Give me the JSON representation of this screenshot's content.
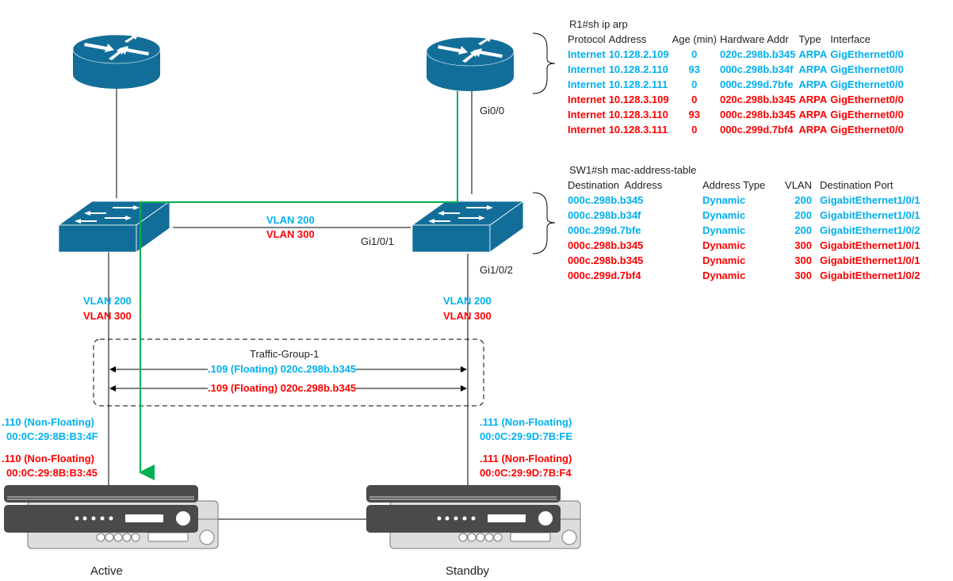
{
  "colors": {
    "vlan200": "#00b0f0",
    "vlan300": "#ff0000",
    "traffic_path": "#00b050",
    "device": "#126e99",
    "appliance": "#4a4a4a"
  },
  "arp": {
    "title": "R1#sh ip arp",
    "headers": [
      "Protocol",
      "Address",
      "Age (min)",
      "Hardware Addr",
      "Type",
      "Interface"
    ],
    "rows": [
      {
        "vlan": "200",
        "cells": [
          "Internet",
          "10.128.2.109",
          "0",
          "020c.298b.b345",
          "ARPA",
          "GigEthernet0/0"
        ]
      },
      {
        "vlan": "200",
        "cells": [
          "Internet",
          "10.128.2.110",
          "93",
          "000c.298b.b34f",
          "ARPA",
          "GigEthernet0/0"
        ]
      },
      {
        "vlan": "200",
        "cells": [
          "Internet",
          "10.128.2.111",
          "0",
          "000c.299d.7bfe",
          "ARPA",
          "GigEthernet0/0"
        ]
      },
      {
        "vlan": "300",
        "cells": [
          "Internet",
          "10.128.3.109",
          "0",
          "020c.298b.b345",
          "ARPA",
          "GigEthernet0/0"
        ]
      },
      {
        "vlan": "300",
        "cells": [
          "Internet",
          "10.128.3.110",
          "93",
          "000c.298b.b345",
          "ARPA",
          "GigEthernet0/0"
        ]
      },
      {
        "vlan": "300",
        "cells": [
          "Internet",
          "10.128.3.111",
          "0",
          "000c.299d.7bf4",
          "ARPA",
          "GigEthernet0/0"
        ]
      }
    ]
  },
  "mac": {
    "title": "SW1#sh mac-address-table",
    "headers": [
      "Destination  Address",
      "Address Type",
      "VLAN",
      "Destination Port"
    ],
    "rows": [
      {
        "vlan": "200",
        "cells": [
          "000c.298b.b345",
          "Dynamic",
          "200",
          "GigabitEthernet1/0/1"
        ]
      },
      {
        "vlan": "200",
        "cells": [
          "000c.298b.b34f",
          "Dynamic",
          "200",
          "GigabitEthernet1/0/1"
        ]
      },
      {
        "vlan": "200",
        "cells": [
          "000c.299d.7bfe",
          "Dynamic",
          "200",
          "GigabitEthernet1/0/2"
        ]
      },
      {
        "vlan": "300",
        "cells": [
          "000c.298b.b345",
          "Dynamic",
          "300",
          "GigabitEthernet1/0/1"
        ]
      },
      {
        "vlan": "300",
        "cells": [
          "000c.298b.b345",
          "Dynamic",
          "300",
          "GigabitEthernet1/0/1"
        ]
      },
      {
        "vlan": "300",
        "cells": [
          "000c.299d.7bf4",
          "Dynamic",
          "300",
          "GigabitEthernet1/0/2"
        ]
      }
    ]
  },
  "labels": {
    "gi0_0": "Gi0/0",
    "gi1_0_1": "Gi1/0/1",
    "gi1_0_2": "Gi1/0/2",
    "trunk_vlan200": "VLAN 200",
    "trunk_vlan300": "VLAN 300",
    "left_vlan200": "VLAN 200",
    "left_vlan300": "VLAN 300",
    "right_vlan200": "VLAN 200",
    "right_vlan300": "VLAN 300",
    "traffic_group": "Traffic-Group-1",
    "floating_200": ".109 (Floating) 020c.298b.b345",
    "floating_300": ".109 (Floating) 020c.298b.b345",
    "active_200_ip": ".110 (Non-Floating)",
    "active_200_mac": "00:0C:29:8B:B3:4F",
    "active_300_ip": ".110 (Non-Floating)",
    "active_300_mac": "00:0C:29:8B:B3:45",
    "standby_200_ip": ".111 (Non-Floating)",
    "standby_200_mac": "00:0C:29:9D:7B:FE",
    "standby_300_ip": ".111 (Non-Floating)",
    "standby_300_mac": "00:0C:29:9D:7B:F4",
    "active": "Active",
    "standby": "Standby"
  }
}
